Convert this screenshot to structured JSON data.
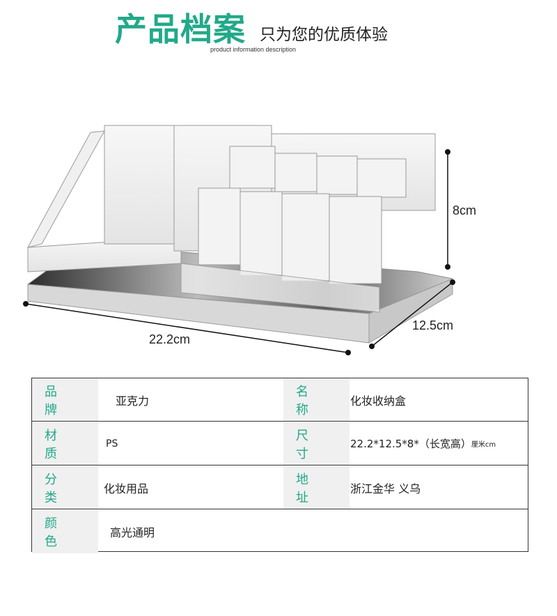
{
  "header": {
    "title": "产品档案",
    "subtitle": "只为您的优质体验",
    "english": "product information description"
  },
  "dimensions": {
    "height": "8cm",
    "length": "22.2cm",
    "width": "12.5cm"
  },
  "specs": {
    "brand_label": "品 牌",
    "brand_value": "亚克力",
    "name_label": "名 称",
    "name_value": "化妆收纳盒",
    "material_label": "材 质",
    "material_value": "PS",
    "size_label": "尺 寸",
    "size_value": "22.2*12.5*8*（长宽高）",
    "size_unit": "厘米cm",
    "category_label": "分 类",
    "category_value": "化妆用品",
    "origin_label": "地 址",
    "origin_value": "浙江金华 义乌",
    "color_label": "颜 色",
    "color_value": "高光通明"
  }
}
